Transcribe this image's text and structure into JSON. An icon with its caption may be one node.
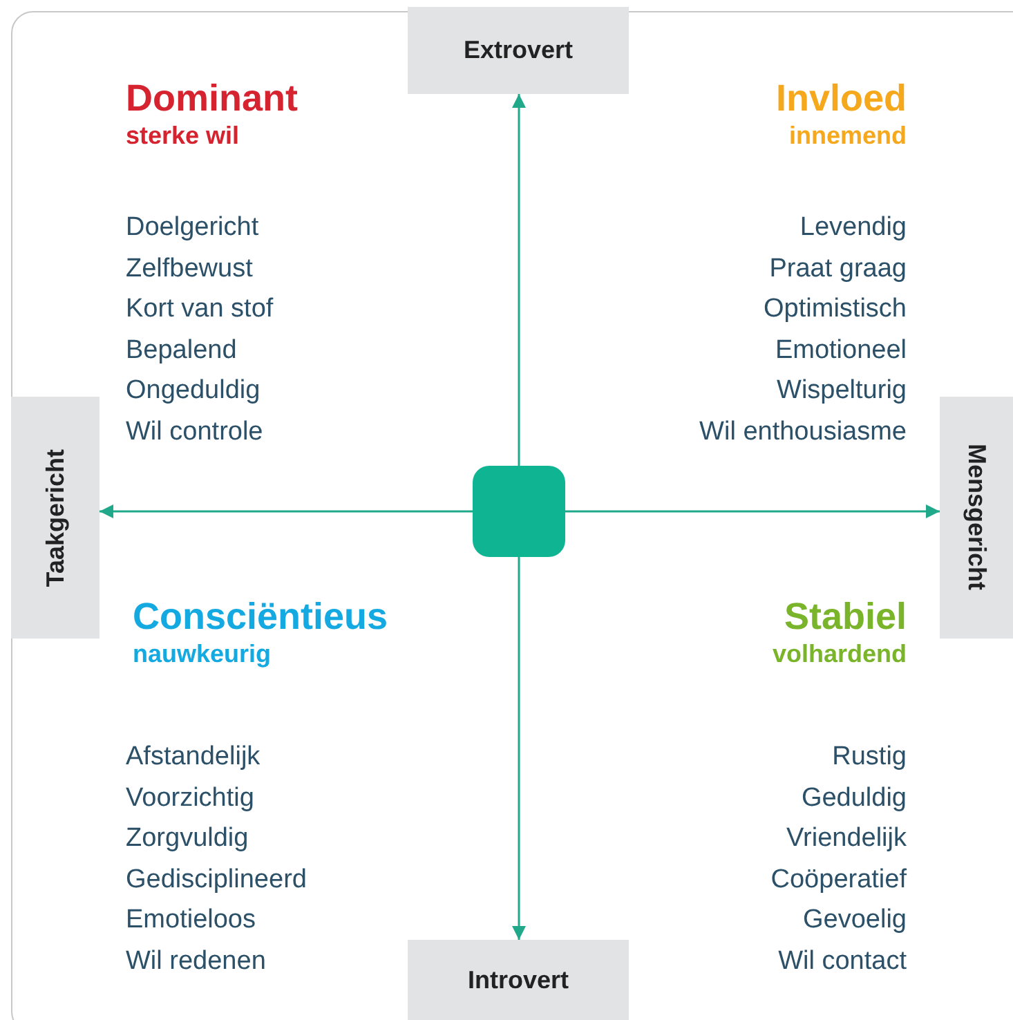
{
  "diagram": {
    "nodes": [
      {
        "text": [
          "Extrovert"
        ]
      },
      {
        "text": [
          "Taakgericht"
        ]
      },
      {
        "text": [],
        "shape": "box"
      },
      {
        "text": [
          "Mensgericht"
        ]
      },
      {
        "text": [
          "Introvert"
        ]
      }
    ],
    "edges": [
      {
        "from": 2,
        "to": 0,
        "arrow": "to"
      },
      {
        "from": 2,
        "to": 1,
        "arrow": "to"
      },
      {
        "from": 2,
        "to": 3,
        "arrow": "to"
      },
      {
        "from": 2,
        "to": 4,
        "arrow": "to"
      }
    ],
    "labels": [
      "Dominant",
      "sterke wil",
      "Doelgericht",
      "Zelfbewust",
      "Kort van stof",
      "Bepalend",
      "Ongeduldig",
      "Wil controle",
      "Invloed",
      "innemend",
      "Levendig",
      "Praat graag",
      "Optimistisch",
      "Emotioneel",
      "Wispelturig",
      "Wil enthousiasme",
      "Consciëntieus",
      "nauwkeurig",
      "Afstandelijk",
      "Voorzichtig",
      "Zorgvuldig",
      "Gedisciplineerd",
      "Emotieloos",
      "Wil redenen",
      "Stabiel",
      "volhardend",
      "Rustig",
      "Geduldig",
      "Vriendelijk",
      "Coöperatief",
      "Gevoelig",
      "Wil contact"
    ]
  }
}
